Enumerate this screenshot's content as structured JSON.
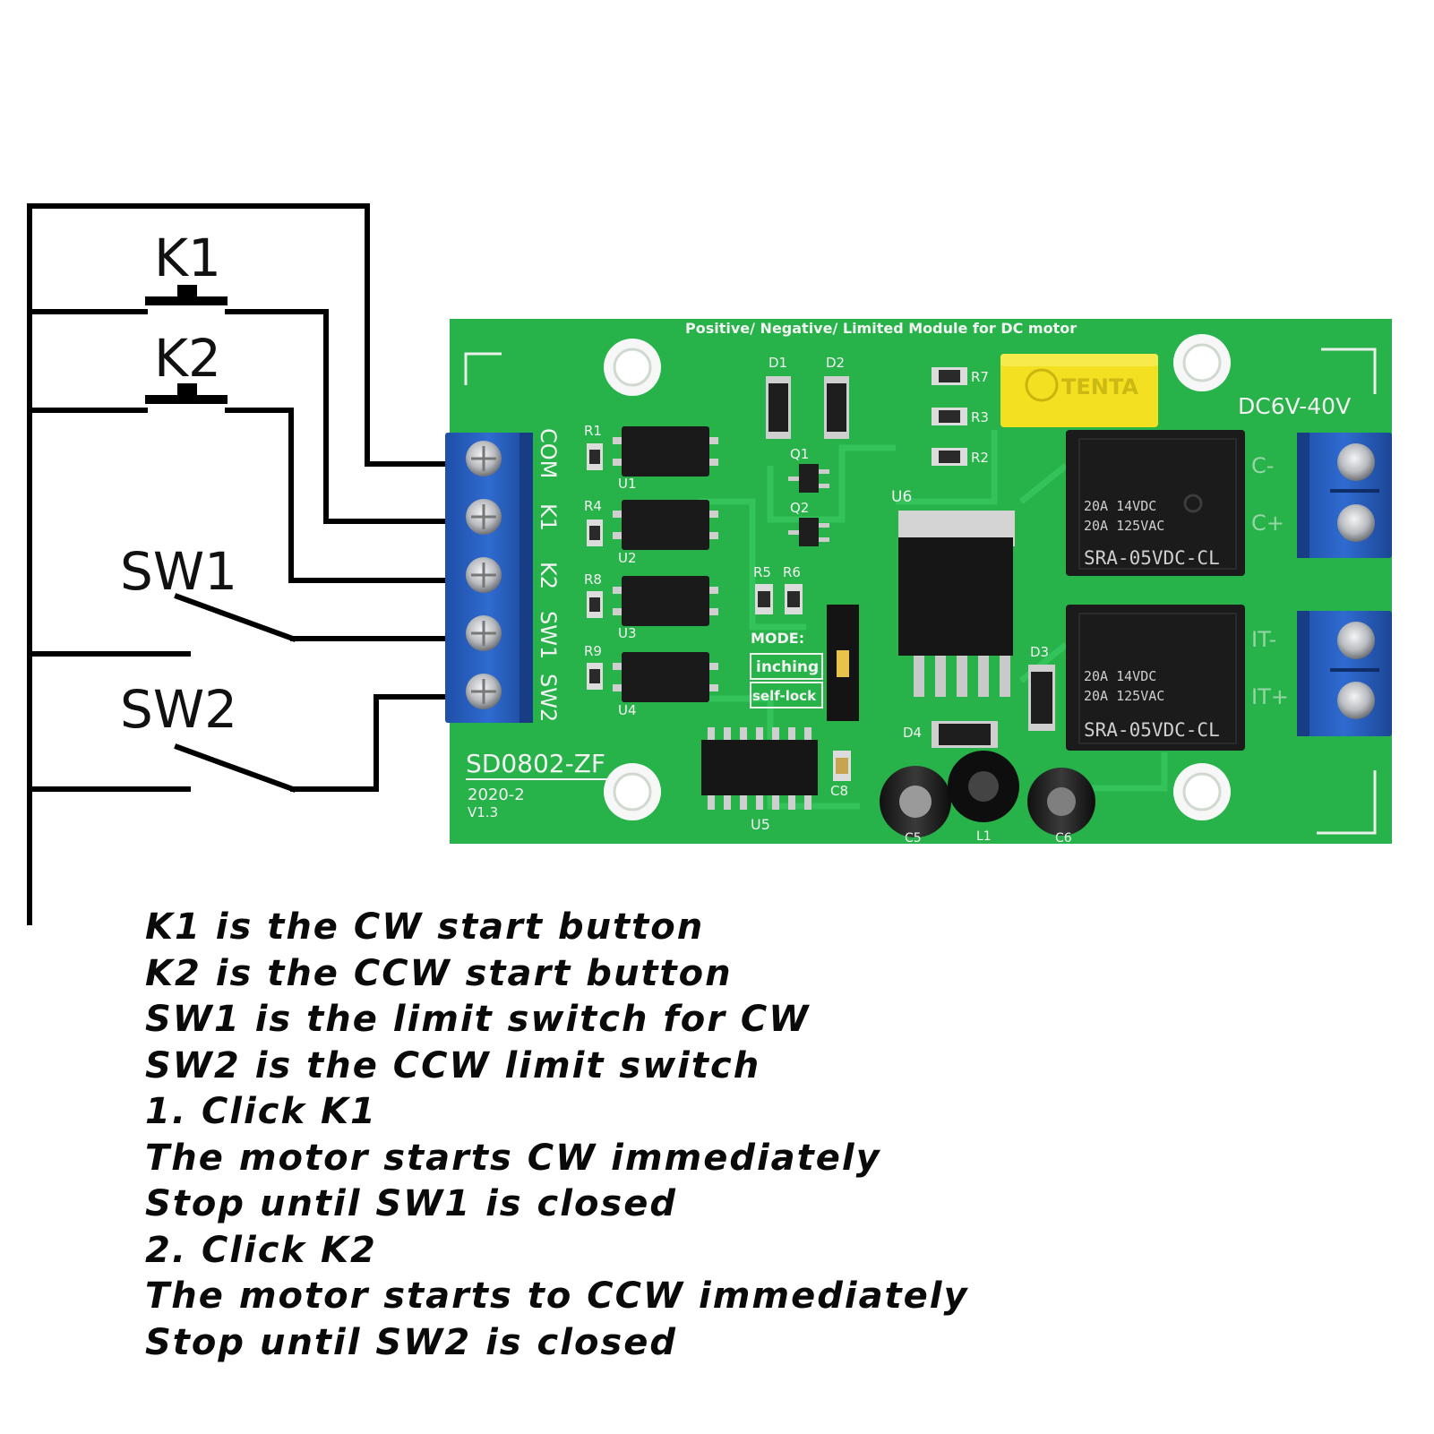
{
  "schematic": {
    "k1_label": "K1",
    "k2_label": "K2",
    "sw1_label": "SW1",
    "sw2_label": "SW2"
  },
  "board": {
    "title": "Positive/ Negative/ Limited  Module  for DC motor",
    "model": "SD0802-ZF",
    "date": "2020-2",
    "version": "V1.3",
    "voltage": "DC6V-40V",
    "terminal_labels": [
      "COM",
      "K1",
      "K2",
      "SW1",
      "SW2"
    ],
    "output_labels": [
      "C-",
      "C+",
      "IT-",
      "IT+"
    ],
    "mode_label": "MODE:",
    "mode_options": [
      "inching",
      "self-lock"
    ],
    "relay": {
      "rating_dc": "20A 14VDC",
      "rating_ac": "20A 125VAC",
      "model": "SRA-05VDC-CL"
    },
    "fuse_brand": "TENTA",
    "designators": [
      "D1",
      "D2",
      "R7",
      "R3",
      "R2",
      "R1",
      "R4",
      "R8",
      "R9",
      "U1",
      "U2",
      "U3",
      "U4",
      "Q1",
      "Q2",
      "U6",
      "R5",
      "R6",
      "D3",
      "D4",
      "U5",
      "C8",
      "L1",
      "C5",
      "C6"
    ]
  },
  "notes": [
    "K1 is the CW start button",
    "K2 is the CCW start button",
    "SW1 is the limit switch for CW",
    "SW2 is the CCW limit switch",
    "1. Click K1",
    "The motor starts CW immediately",
    "Stop until SW1 is closed",
    "2. Click K2",
    "The motor starts to CCW immediately",
    "Stop until SW2 is closed"
  ]
}
